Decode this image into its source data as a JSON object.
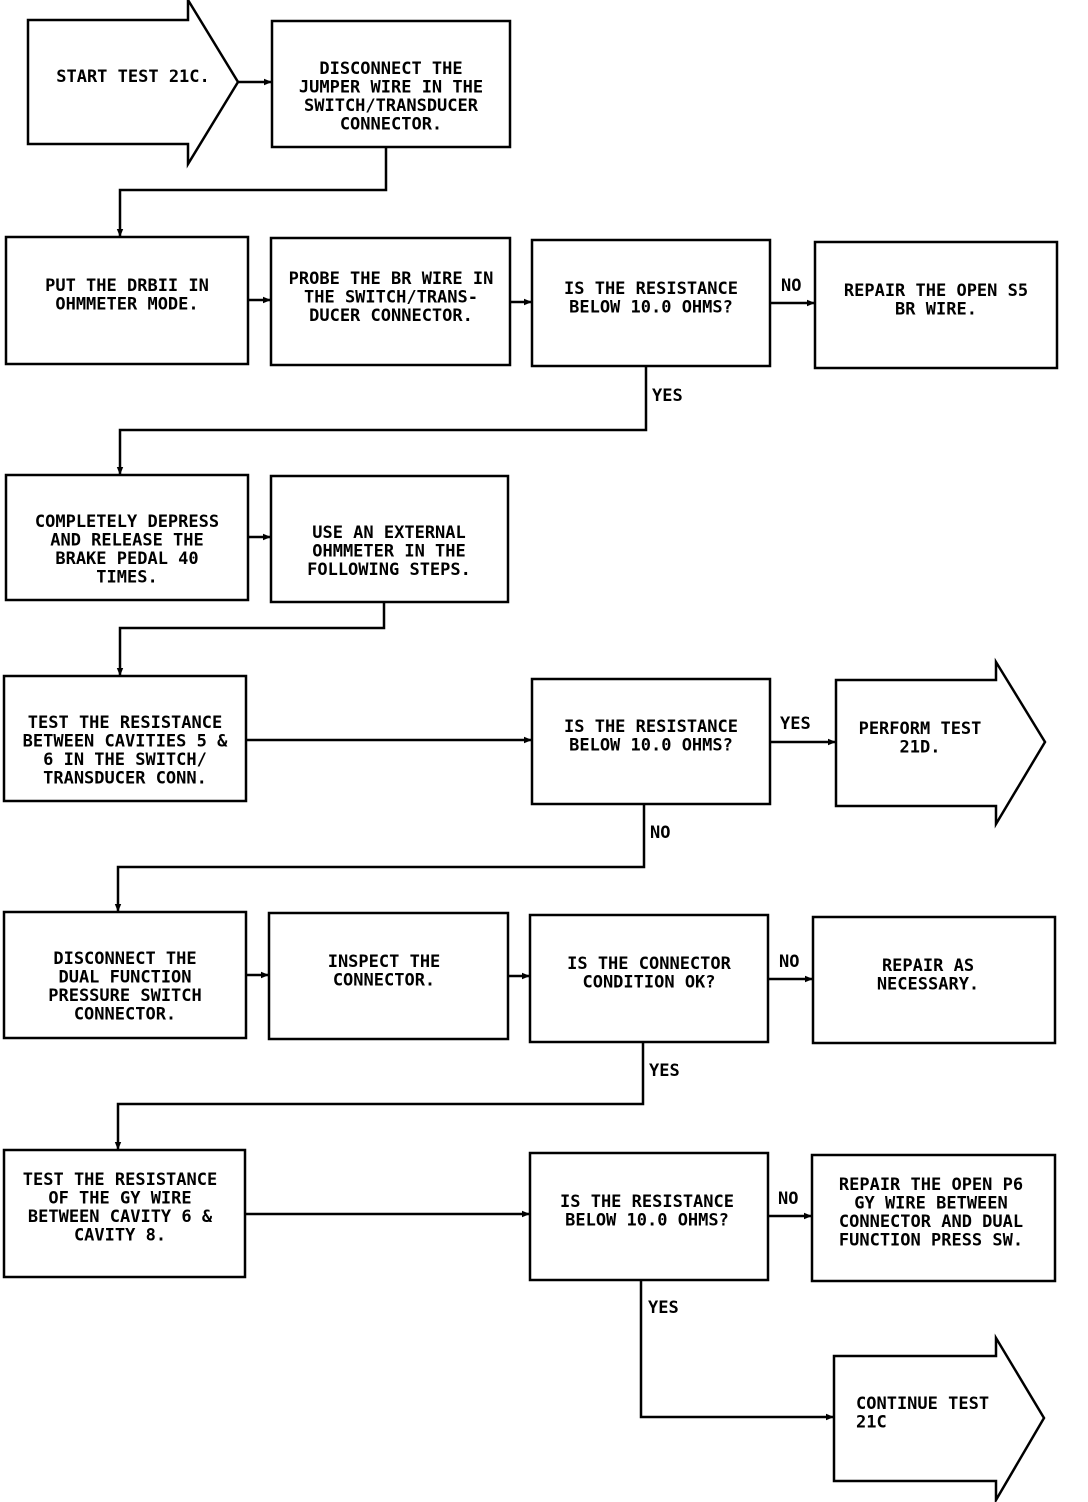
{
  "nodes": {
    "start": [
      "START TEST 21C."
    ],
    "disconnect_jumper": [
      "DISCONNECT THE",
      "JUMPER WIRE IN THE",
      "SWITCH/TRANSDUCER",
      "CONNECTOR."
    ],
    "put_drbii": [
      "PUT THE DRBII IN",
      "OHMMETER MODE."
    ],
    "probe_br": [
      "PROBE THE BR WIRE IN",
      "THE SWITCH/TRANS-",
      "DUCER CONNECTOR."
    ],
    "q_resistance_1": [
      "IS THE RESISTANCE",
      "BELOW 10.0 OHMS?"
    ],
    "repair_s5": [
      "REPAIR THE OPEN S5",
      "BR WIRE."
    ],
    "depress_pedal": [
      "COMPLETELY DEPRESS",
      "AND RELEASE THE",
      "BRAKE PEDAL 40",
      "TIMES."
    ],
    "external_ohmmeter": [
      "USE AN EXTERNAL",
      "OHMMETER IN THE",
      "FOLLOWING STEPS."
    ],
    "test_cavities": [
      "TEST THE RESISTANCE",
      "BETWEEN CAVITIES 5 &",
      "6 IN THE SWITCH/",
      "TRANSDUCER CONN."
    ],
    "q_resistance_2": [
      "IS THE RESISTANCE",
      "BELOW 10.0 OHMS?"
    ],
    "perform_21d": [
      "PERFORM TEST",
      "21D."
    ],
    "disconnect_dual": [
      "DISCONNECT THE",
      "DUAL FUNCTION",
      "PRESSURE SWITCH",
      "CONNECTOR."
    ],
    "inspect_connector": [
      "INSPECT THE",
      "CONNECTOR."
    ],
    "q_connector": [
      "IS THE CONNECTOR",
      "CONDITION OK?"
    ],
    "repair_necessary": [
      "REPAIR AS",
      "NECESSARY."
    ],
    "test_gy": [
      "TEST THE RESISTANCE",
      "OF THE GY WIRE",
      "BETWEEN CAVITY 6 &",
      "CAVITY 8."
    ],
    "q_resistance_3": [
      "IS THE RESISTANCE",
      "BELOW 10.0 OHMS?"
    ],
    "repair_p6": [
      "REPAIR THE OPEN P6",
      "GY WIRE BETWEEN",
      "CONNECTOR AND DUAL",
      "FUNCTION PRESS SW."
    ],
    "continue_21c": [
      "CONTINUE TEST",
      "21C"
    ]
  },
  "edges": {
    "q1_no": "NO",
    "q1_yes": "YES",
    "q2_yes": "YES",
    "q2_no": "NO",
    "q3_no": "NO",
    "q3_yes": "YES",
    "q4_no": "NO",
    "q4_yes": "YES"
  }
}
